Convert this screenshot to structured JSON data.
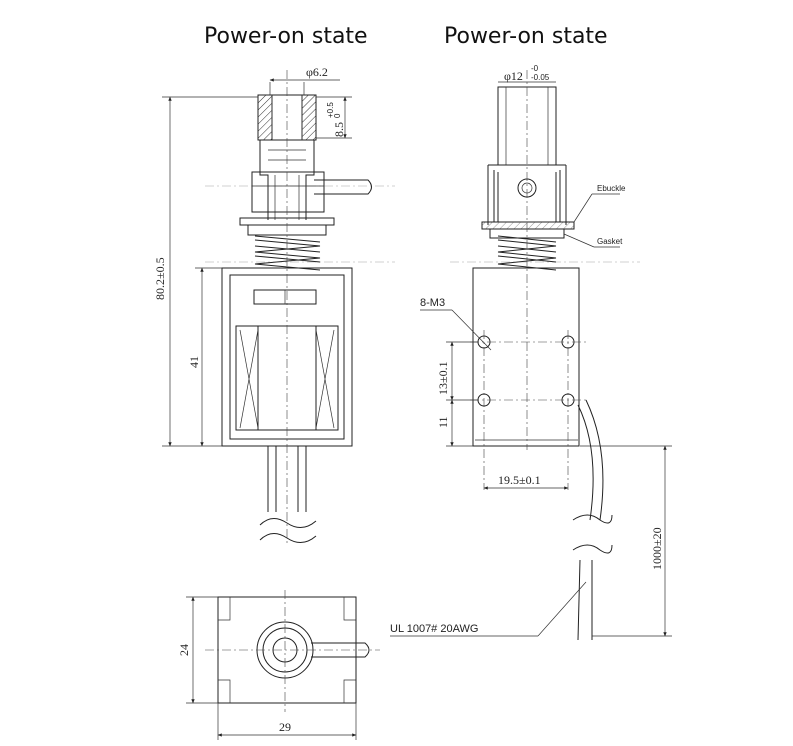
{
  "titles": {
    "left": "Power-on state",
    "right": "Power-on state"
  },
  "side_view": {
    "dia_top": "φ6.2",
    "length_total": "80.2±0.5",
    "body_height": "41",
    "depth_main": "8.5",
    "depth_tol_upper": "+0.5",
    "depth_tol_lower": "0"
  },
  "front_view": {
    "dia_main": "φ12",
    "dia_tol_upper": "-0",
    "dia_tol_lower": "-0.05",
    "ebuckle_label": "Ebuckle",
    "gasket_label": "Gasket",
    "screw_label": "8-M3",
    "hole_pitch_v": "13±0.1",
    "hole_offset": "11",
    "hole_pitch_h": "19.5±0.1",
    "lead_length": "1000±20"
  },
  "bottom_view": {
    "height": "24",
    "width": "29",
    "wire_spec": "UL 1007# 20AWG"
  }
}
